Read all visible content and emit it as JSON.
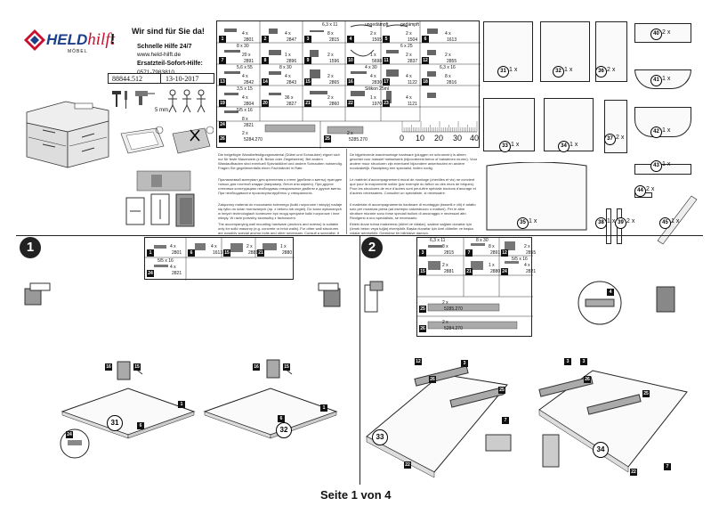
{
  "header": {
    "brand_held": "HELD",
    "brand_hilft": "hilft",
    "brand_exclaim": "!",
    "brand_sub": "MÖBEL",
    "tagline": "Wir sind für Sie da!",
    "support_title": "Schnelle Hilfe 24/7",
    "website": "www.held-hilft.de",
    "spare_title": "Ersatzteil-Sofort-Hilfe:",
    "phone": "0571-7983810",
    "article_no": "88844.512",
    "date": "13-10-2017",
    "drill_size": "5 mm"
  },
  "hardware": [
    {
      "no": "1",
      "qty": "4 x",
      "code": "2801"
    },
    {
      "no": "2",
      "qty": "4 x",
      "code": "2847"
    },
    {
      "no": "3",
      "qty": "8 x",
      "code": "2815",
      "size": "6,3 x 11"
    },
    {
      "no": "4",
      "qty": "2 x",
      "code": "1505",
      "label": "ungedämpft"
    },
    {
      "no": "5",
      "qty": "2 x",
      "code": "1504",
      "label": "gedämpft"
    },
    {
      "no": "6",
      "qty": "4 x",
      "code": "1613"
    },
    {
      "no": "7",
      "qty": "20 x",
      "code": "2891",
      "size": "8 x 30"
    },
    {
      "no": "8",
      "qty": "1 x",
      "code": "2896"
    },
    {
      "no": "9",
      "qty": "2 x",
      "code": "1596"
    },
    {
      "no": "10",
      "qty": "1 x",
      "code": "5698"
    },
    {
      "no": "11",
      "qty": "2 x",
      "code": "2837",
      "size": "6 x 25"
    },
    {
      "no": "12",
      "qty": "2 x",
      "code": "2855"
    },
    {
      "no": "13",
      "qty": "4 x",
      "code": "2842",
      "size": "5,6 x 55"
    },
    {
      "no": "14",
      "qty": "4 x",
      "code": "2843",
      "size": "8 x 30"
    },
    {
      "no": "15",
      "qty": "2 x",
      "code": "2865"
    },
    {
      "no": "16",
      "qty": "4 x",
      "code": "2830",
      "size": "4 x 30"
    },
    {
      "no": "17",
      "qty": "4 x",
      "code": "1122"
    },
    {
      "no": "18",
      "qty": "8 x",
      "code": "2816",
      "size": "6,3 x 16"
    },
    {
      "no": "19",
      "qty": "4 x",
      "code": "2804",
      "size": "3,5 x 15"
    },
    {
      "no": "20",
      "qty": "36 x",
      "code": "2827"
    },
    {
      "no": "21",
      "qty": "2 x",
      "code": "2860"
    },
    {
      "no": "22",
      "qty": "1 x",
      "code": "1970",
      "label": "Silikon 25ml"
    },
    {
      "no": "23",
      "qty": "4 x",
      "code": "1121"
    },
    {
      "no": "24",
      "qty": "8 x",
      "code": "2821",
      "size": "5/5 x 16"
    },
    {
      "no": "25",
      "qty": "2 x",
      "code": "5285.270"
    },
    {
      "no": "26",
      "qty": "2 x",
      "code": "5284.270"
    }
  ],
  "ruler": {
    "ticks": [
      "0",
      "10",
      "20",
      "30",
      "40"
    ]
  },
  "notes": {
    "de": "Die beigefügte Wandbefestigungsmaterial (Dübel und Schrauben) eignet sich nur für feste Mauerwerk (z.B. Beton oder Ziegelsteine). Bei andern Wandaufbauten sind eventuell Spezialdübel und andere Schrauben notwendig. Fragen Sie gegebenenfalls einen Fachhändel in Rate.",
    "ru": "Прилагаемый материал для крепления к стене (дюбели и винты) пригоден только для плотной кладки (например, бетон или кирпич). При других стеновых конструкциях необходимы специальные дюбели и другие винты. При необходимости проконсультируйтесь у специалиста.",
    "pl": "Załączony materiał do mocowania ściennego (kołki rozporowe i wkręty) nadaje się tylko do ścian murowanych (np. z betonu lub cegieł). Do ścian wykonanych w innych technologiach konieczne być mogą specjalne kołki rozporowe i inne wkręty. W razie potrzeby skonsultuj z fachowcem.",
    "en": "The accompanying wall mounting hardware (anchors and screws) is suitable only for solid masonry (e.g. concrete or brick walls). For other wall structures are possibly special anchor bolts and other necessary. Consult a specialist, if necessary.",
    "nl": "De bijgeleverde wandmontage hardware (pluggen en schroeven) is alleen geschikt voor massief metselwerk (bijvoorbeeld beton of bakstenen muren). Voor andere muur structuren zijn eventueel bijzondere ankerbouten en andere noodzakelijk. Raadpleeg een specialist, indien nodig.",
    "fr": "Le matériel d'accompagnement mural de montage (chevilles et vis) ne convient que pour la maçonnerie solide (par exemple du béton ou des murs de briques). Pour les structures de mur d'autres sont peut-être spéciale boulons d'ancrage et d'autres nécessaires. Consulter un spécialiste, si nécessaire.",
    "it": "Il materiale di accompagnamento hardware di montaggio (tasselli e viti) è adatto solo per muratura piena (ad esempio calcestruzzo o mattoni). Per le altre strutture murarie sono forse speciali bulloni di ancoraggio e necessari altri. Rivolgersi a uno specialista, se necessario.",
    "tr": "Ekteki duvar tutma malzemesi (dübel ve vidalar), sadece sağlam duvarlar için (örnek beton veya tuğla) elverişlidir. Başka duvarlar için özel dübeller ve başka vidalar gerekebilir. Gerekirse bir bilirkişiye danışın."
  },
  "panels": [
    {
      "no": "31",
      "qty": "1 x"
    },
    {
      "no": "32",
      "qty": "1 x"
    },
    {
      "no": "36",
      "qty": "2 x"
    },
    {
      "no": "40",
      "qty": "2 x"
    },
    {
      "no": "41",
      "qty": "1 x"
    },
    {
      "no": "33",
      "qty": "1 x"
    },
    {
      "no": "34",
      "qty": "1 x"
    },
    {
      "no": "37",
      "qty": "2 x"
    },
    {
      "no": "42",
      "qty": "1 x"
    },
    {
      "no": "43",
      "qty": "1 x"
    },
    {
      "no": "44",
      "qty": "2 x"
    },
    {
      "no": "35",
      "qty": "1 x"
    },
    {
      "no": "38",
      "qty": "1 x"
    },
    {
      "no": "39",
      "qty": "2 x"
    },
    {
      "no": "45",
      "qty": "1 x"
    }
  ],
  "step1": {
    "number": "1",
    "parts": [
      {
        "no": "1",
        "qty": "4 x",
        "code": "2801"
      },
      {
        "no": "6",
        "qty": "4 x",
        "code": "1613"
      },
      {
        "no": "15",
        "qty": "2 x",
        "code": "2881"
      },
      {
        "no": "21",
        "qty": "1 x",
        "code": "2880"
      },
      {
        "no": "24",
        "qty": "4 x",
        "code": "2821",
        "size": "5/5 x 16"
      }
    ],
    "callouts": [
      "16",
      "15",
      "1",
      "6",
      "31",
      "16",
      "15",
      "1",
      "6",
      "32",
      "24"
    ]
  },
  "step2": {
    "number": "2",
    "parts": [
      {
        "no": "3",
        "qty": "8 x",
        "code": "2815",
        "size": "6,3 x 11"
      },
      {
        "no": "7",
        "qty": "8 x",
        "code": "2891",
        "size": "8 x 30"
      },
      {
        "no": "12",
        "qty": "2 x",
        "code": "2855"
      },
      {
        "no": "15",
        "qty": "2 x",
        "code": "2881"
      },
      {
        "no": "21",
        "qty": "1 x",
        "code": "2880"
      },
      {
        "no": "24",
        "qty": "4 x",
        "code": "2821",
        "size": "5/5 x 16"
      },
      {
        "no": "25",
        "qty": "2 x",
        "code": "5285.270"
      },
      {
        "no": "26",
        "qty": "2 x",
        "code": "5284.270"
      }
    ],
    "callouts": [
      "3",
      "4",
      "12",
      "3",
      "26",
      "25",
      "33",
      "22",
      "7",
      "3",
      "26",
      "25",
      "34",
      "22",
      "7"
    ]
  },
  "footer": {
    "page": "Seite 1 von 4"
  }
}
